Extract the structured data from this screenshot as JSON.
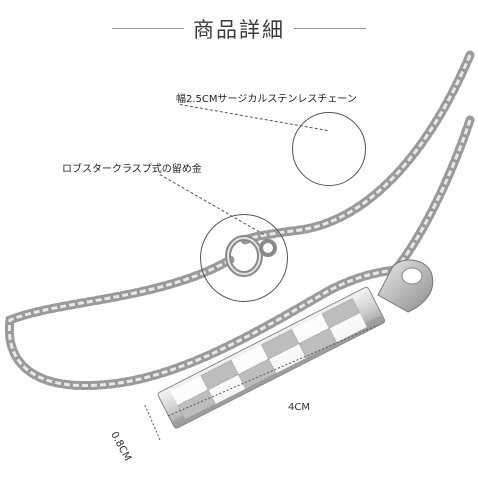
{
  "header": {
    "title": "商品詳細"
  },
  "callouts": {
    "chain": "幅2.5CMサージカルステンレスチェーン",
    "clasp": "ロブスタークラスプ式の留め金"
  },
  "dimensions": {
    "length": "4CM",
    "width": "0.8CM"
  },
  "colors": {
    "metal": "#c8c8c8",
    "metal_dark": "#8a8a8a",
    "leader": "#555555"
  }
}
